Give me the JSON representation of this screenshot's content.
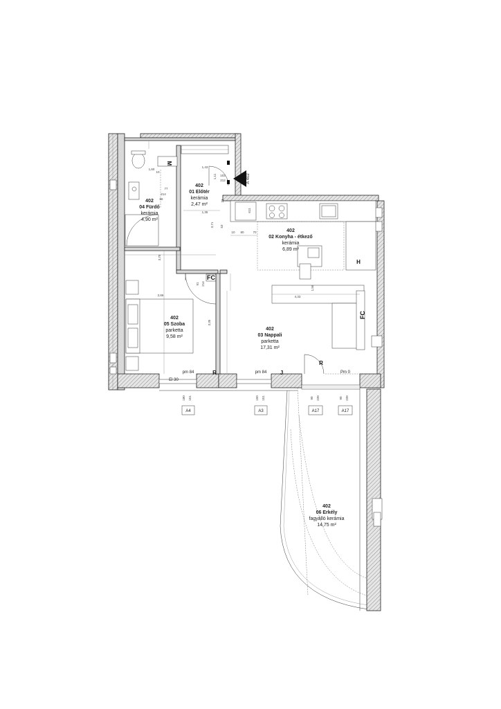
{
  "rooms": {
    "eloter": {
      "num": "402",
      "name": "01 Előtér",
      "material": "kerámia",
      "area": "2,47 m²"
    },
    "konyha": {
      "num": "402",
      "name": "02 Konyha - étkező",
      "material": "kerámia",
      "area": "6,89 m²"
    },
    "nappali": {
      "num": "402",
      "name": "03 Nappali",
      "material": "parketta",
      "area": "17,31 m²"
    },
    "furdo": {
      "num": "402",
      "name": "04 Fürdő",
      "material": "kerámia",
      "area": "4,90 m²"
    },
    "szoba": {
      "num": "402",
      "name": "05 Szoba",
      "material": "parketta",
      "area": "9,58 m²"
    },
    "erkely": {
      "num": "402",
      "name": "06 Erkély",
      "material": "fagyálló kerámia",
      "area": "14,75 m²"
    }
  },
  "section_marker": "A 402",
  "symbols": {
    "fc1": "FC",
    "fc2": "FC",
    "r1": "R",
    "r2": "R",
    "j": "J",
    "h": "H",
    "m": "M"
  },
  "level_labels": {
    "pm84a": "pm 84",
    "pm84b": "pm 84",
    "pm0": "Pm 0",
    "el30": "El 30"
  },
  "window_tags": {
    "a4": "A4",
    "a3": "A3",
    "a17a": "A17",
    "a17b": "A17"
  },
  "window_dims": {
    "a4_h": "180",
    "a4_w": "151",
    "a3_h": "150",
    "a3_w": "151",
    "a17a_h": "90",
    "a17a_w": "239",
    "a17b_h": "90",
    "a17b_w": "239"
  },
  "dims": {
    "d160": "1,60",
    "d143": "1,43",
    "d102": "102",
    "d212": "212",
    "d111": "1,11",
    "d77": "77",
    "d214a": "214",
    "d86": "86",
    "d135": "1,35",
    "d371": "3,71",
    "d370": "3,70",
    "d266": "2,66",
    "d335": "3,35",
    "d91": "91",
    "d214b": "214",
    "d433": "4,33",
    "d156": "1,56",
    "d611": "611",
    "d80": "80",
    "d70": "70",
    "d23": "23",
    "d10a": "10",
    "d10b": "10",
    "d53": "53"
  }
}
